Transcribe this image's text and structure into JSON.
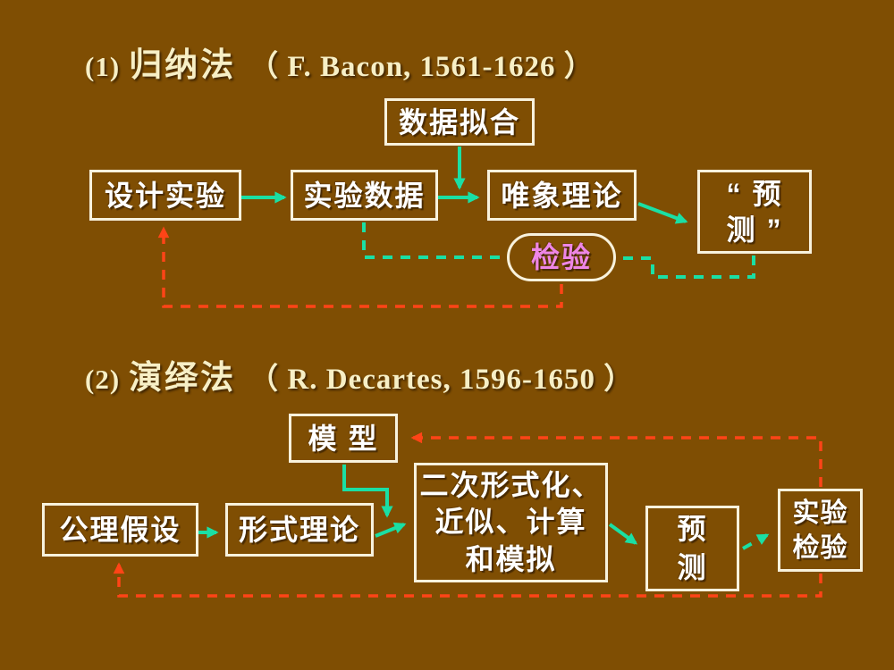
{
  "colors": {
    "background": "#7F4E03",
    "box_border": "#F8F2DD",
    "box_text": "#FFFFFF",
    "title_text": "#F7EFC6",
    "arrow_green": "#1ADFA4",
    "arrow_red": "#FF4417",
    "test_text_pink": "#EE86E6"
  },
  "section1": {
    "number": "(1)",
    "title": "归纳法",
    "attribution": "（ F. Bacon, 1561-1626 ）",
    "boxes": {
      "data_fitting": "数据拟合",
      "design_experiment": "设计实验",
      "experimental_data": "实验数据",
      "phenomenological_theory": "唯象理论",
      "prediction": "“ 预\n测 ”",
      "test": "检验"
    }
  },
  "section2": {
    "number": "(2)",
    "title": "演绎法",
    "attribution": "（ R. Decartes, 1596-1650 ）",
    "boxes": {
      "model": "模  型",
      "axiom_hypothesis": "公理假设",
      "formal_theory": "形式理论",
      "secondary_formalization": "二次形式化、\n近似、计算\n和模拟",
      "prediction": "预\n测",
      "experimental_test": "实验\n检验"
    }
  }
}
